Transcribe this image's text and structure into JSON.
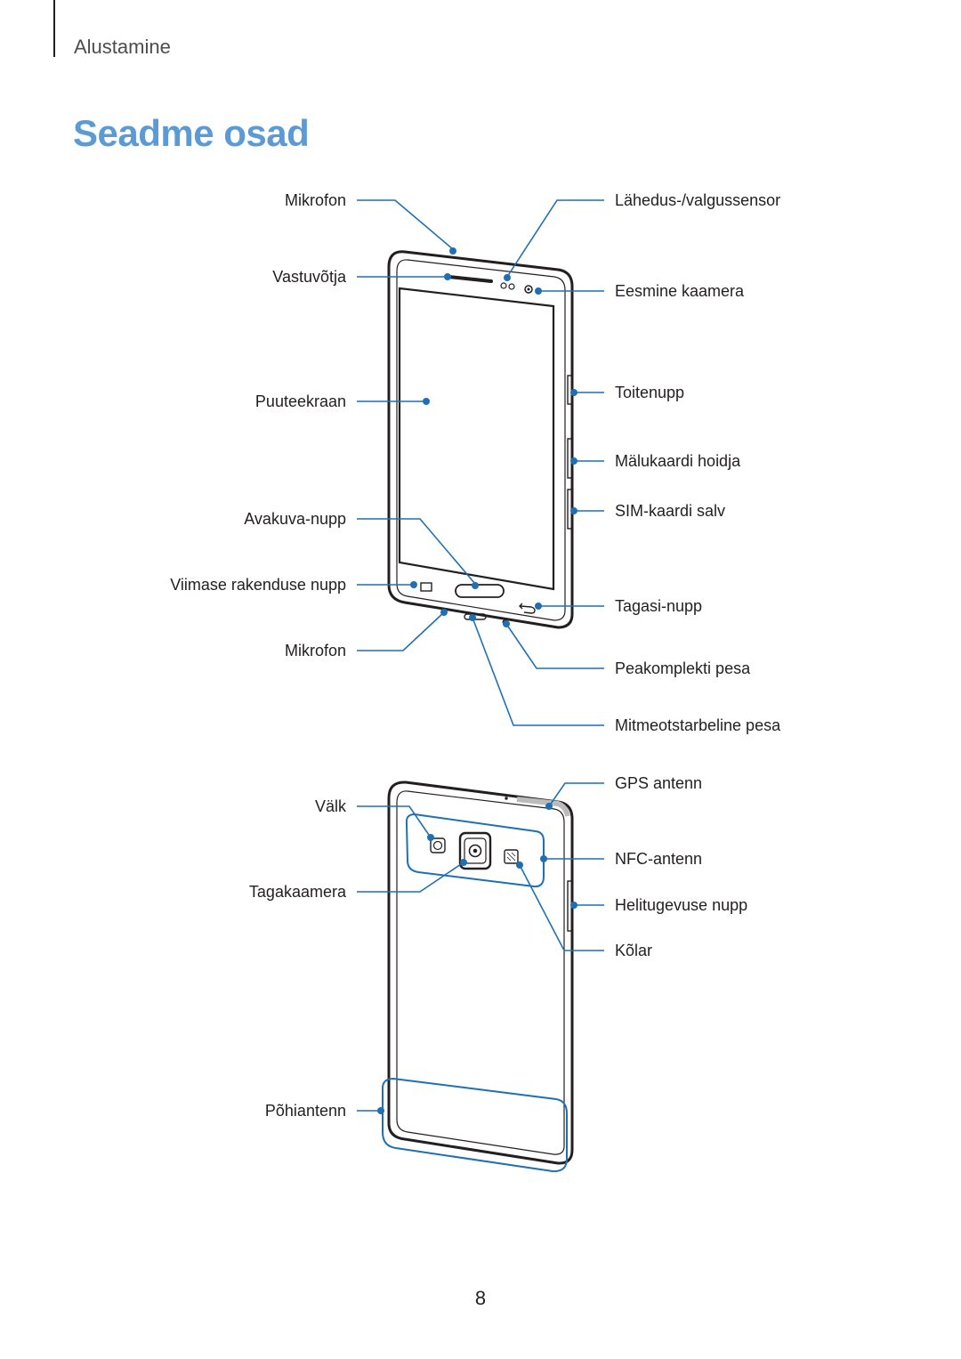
{
  "header": {
    "section": "Alustamine"
  },
  "title": "Seadme osad",
  "front_labels": {
    "mic_top": "Mikrofon",
    "earpiece": "Vastuvõtja",
    "touchscreen": "Puuteekraan",
    "home_button": "Avakuva-nupp",
    "recent_apps": "Viimase rakenduse nupp",
    "mic_bottom": "Mikrofon",
    "proximity_sensor": "Lähedus-/valgussensor",
    "front_camera": "Eesmine kaamera",
    "power_button": "Toitenupp",
    "memory_card_tray": "Mälukaardi hoidja",
    "sim_tray": "SIM-kaardi salv",
    "back_button": "Tagasi-nupp",
    "headset_jack": "Peakomplekti pesa",
    "multipurpose_jack": "Mitmeotstarbeline pesa"
  },
  "back_labels": {
    "flash": "Välk",
    "rear_camera": "Tagakaamera",
    "main_antenna": "Põhiantenn",
    "gps_antenna": "GPS antenn",
    "nfc_antenna": "NFC-antenn",
    "volume_button": "Helitugevuse nupp",
    "speaker": "Kõlar"
  },
  "page_number": "8",
  "colors": {
    "accent": "#5b9bd5",
    "callout": "#1f6fb5",
    "text": "#231f20"
  }
}
